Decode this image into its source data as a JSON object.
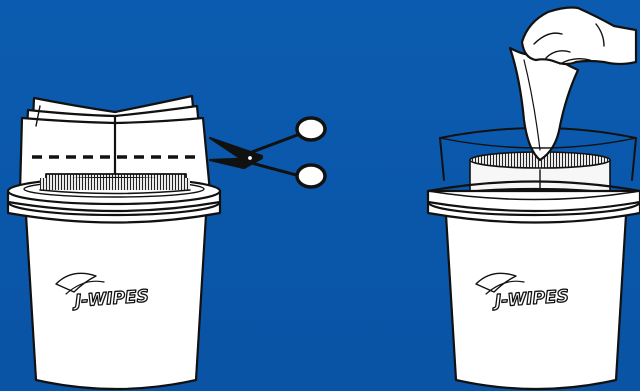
{
  "colors": {
    "background_top": "#0b5cb0",
    "background_bottom": "#0a53a5",
    "line": "#111111",
    "fill": "#ffffff",
    "canister_core": "#f2f2f2"
  },
  "panels": [
    {
      "step": "cut-refill-pack",
      "logo_text": "J-WIPES",
      "icons": [
        "bucket-icon",
        "wipes-pack-icon",
        "dashed-cut-line-icon",
        "scissors-icon"
      ]
    },
    {
      "step": "pull-wipe",
      "logo_text": "J-WIPES",
      "icons": [
        "bucket-icon",
        "wipes-roll-icon",
        "wipe-sheet-icon",
        "hand-icon"
      ]
    }
  ]
}
